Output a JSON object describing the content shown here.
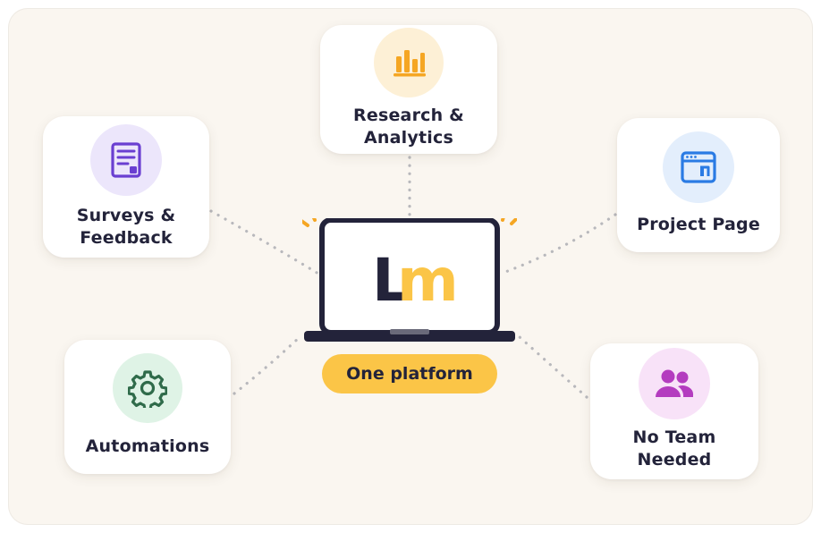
{
  "center": {
    "logo_l": "L",
    "logo_m": "m",
    "platform_label": "One platform"
  },
  "cards": {
    "research": {
      "line1": "Research &",
      "line2": "Analytics",
      "icon": "bar-chart-icon",
      "accent": "#f5a623",
      "bg": "#fdf0d6"
    },
    "surveys": {
      "line1": "Surveys &",
      "line2": "Feedback",
      "icon": "survey-document-icon",
      "accent": "#6a3fd1",
      "bg": "#ece6fb"
    },
    "project": {
      "line1": "Project Page",
      "icon": "browser-window-icon",
      "accent": "#2a7be4",
      "bg": "#e3eefc"
    },
    "automations": {
      "line1": "Automations",
      "icon": "gear-icon",
      "accent": "#2f6b4a",
      "bg": "#dff3e6"
    },
    "team": {
      "line1": "No Team",
      "line2": "Needed",
      "icon": "users-icon",
      "accent": "#b43cbf",
      "bg": "#f8e2f8"
    }
  },
  "colors": {
    "dark": "#23233a",
    "yellow": "#fbc547",
    "connector": "#b8b8bc",
    "background": "#faf6f0"
  }
}
